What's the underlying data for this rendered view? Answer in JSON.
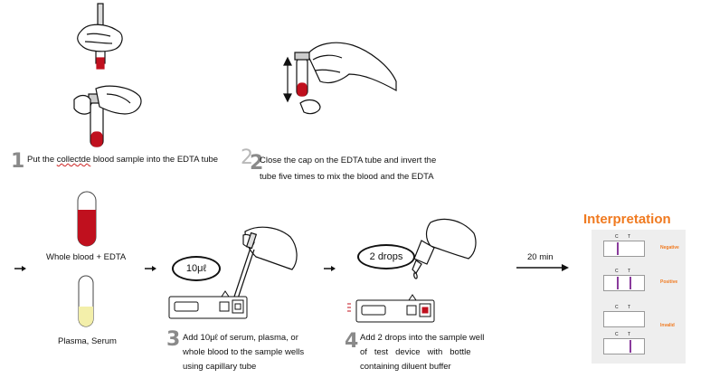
{
  "steps": [
    {
      "number": "1",
      "text": "Put the collectde blood sample into the EDTA tube",
      "misspelled_word": "collectde"
    },
    {
      "number_ghost": "2",
      "number": "2",
      "line1": "Close the cap on the EDTA tube and invert the",
      "line2": "tube five times to mix the blood and the EDTA"
    },
    {
      "number": "3",
      "line1": "Add 10μℓ  of serum, plasma, or",
      "line2": "whole blood to the sample wells",
      "line3": "using capillary tube"
    },
    {
      "number": "4",
      "line1": "Add 2 drops into the sample well",
      "line2": "of   test   device   with   bottle",
      "line3": "containing diluent buffer"
    }
  ],
  "tubes": {
    "whole_blood_label": "Whole blood + EDTA",
    "plasma_label": "Plasma, Serum"
  },
  "bubbles": {
    "volume": "10μℓ",
    "drops": "2 drops"
  },
  "timer": "20 min",
  "interpretation": {
    "title": "Interpretation",
    "c_label": "C",
    "t_label": "T",
    "results": [
      "Negative",
      "Positive",
      "Invalid"
    ]
  },
  "colors": {
    "blood": "#c0101e",
    "plasma": "#f3efaa",
    "accent": "#f07a20",
    "line_purple": "#8a3b9c"
  }
}
